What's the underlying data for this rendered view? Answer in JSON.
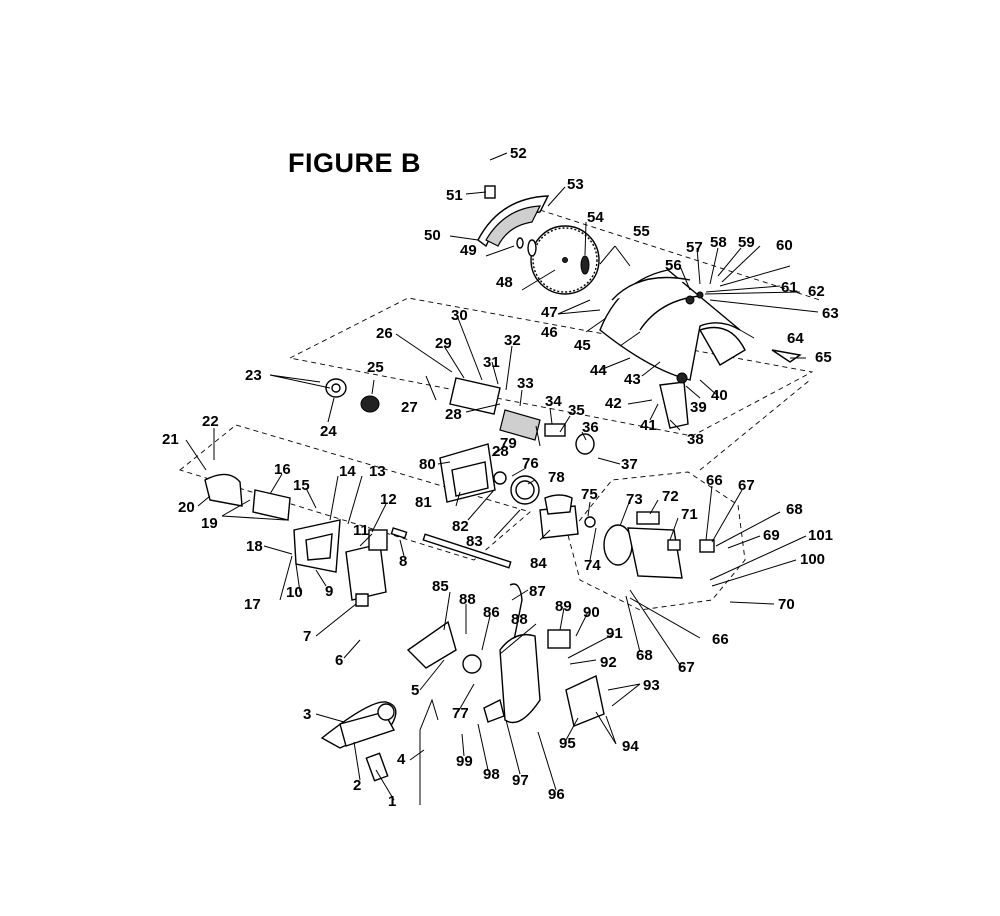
{
  "figure": {
    "title": "FIGURE B"
  },
  "callouts": [
    "1",
    "2",
    "3",
    "4",
    "5",
    "6",
    "7",
    "8",
    "9",
    "10",
    "11",
    "12",
    "13",
    "14",
    "15",
    "16",
    "17",
    "18",
    "19",
    "20",
    "21",
    "22",
    "23",
    "24",
    "25",
    "26",
    "27",
    "28",
    "29",
    "30",
    "31",
    "32",
    "33",
    "34",
    "35",
    "36",
    "37",
    "38",
    "39",
    "40",
    "41",
    "42",
    "43",
    "44",
    "45",
    "46",
    "47",
    "48",
    "49",
    "50",
    "51",
    "52",
    "53",
    "54",
    "55",
    "56",
    "57",
    "58",
    "59",
    "60",
    "61",
    "62",
    "63",
    "64",
    "65",
    "66",
    "67",
    "68",
    "69",
    "70",
    "71",
    "72",
    "73",
    "74",
    "75",
    "76",
    "77",
    "78",
    "79",
    "80",
    "81",
    "82",
    "83",
    "84",
    "85",
    "86",
    "87",
    "88",
    "89",
    "90",
    "91",
    "92",
    "93",
    "94",
    "95",
    "96",
    "97",
    "98",
    "99",
    "100",
    "101"
  ]
}
